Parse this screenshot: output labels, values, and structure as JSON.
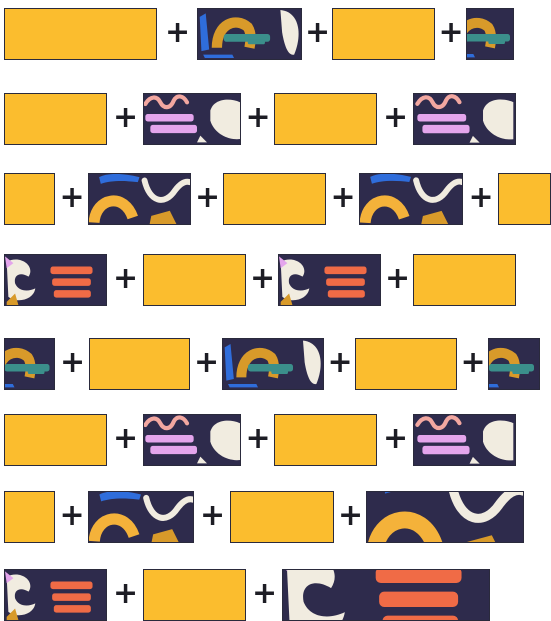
{
  "puzzle": {
    "plus_symbol": "+",
    "rows": [
      [
        "block",
        "pattern-a",
        "block",
        "pattern-a"
      ],
      [
        "block",
        "pattern-b",
        "block",
        "pattern-b"
      ],
      [
        "block",
        "pattern-c",
        "block",
        "pattern-c",
        "block"
      ],
      [
        "pattern-d",
        "block",
        "pattern-d",
        "block"
      ],
      [
        "pattern-a",
        "block",
        "pattern-a",
        "block",
        "pattern-a"
      ],
      [
        "block",
        "pattern-b",
        "block",
        "pattern-b"
      ],
      [
        "block",
        "pattern-c",
        "block",
        "pattern-c"
      ],
      [
        "pattern-d",
        "block",
        "pattern-d"
      ]
    ]
  },
  "colors": {
    "block": "#fbbd2e",
    "pattern_background": "#2e2b4c",
    "outline": "#2a2a3c"
  }
}
